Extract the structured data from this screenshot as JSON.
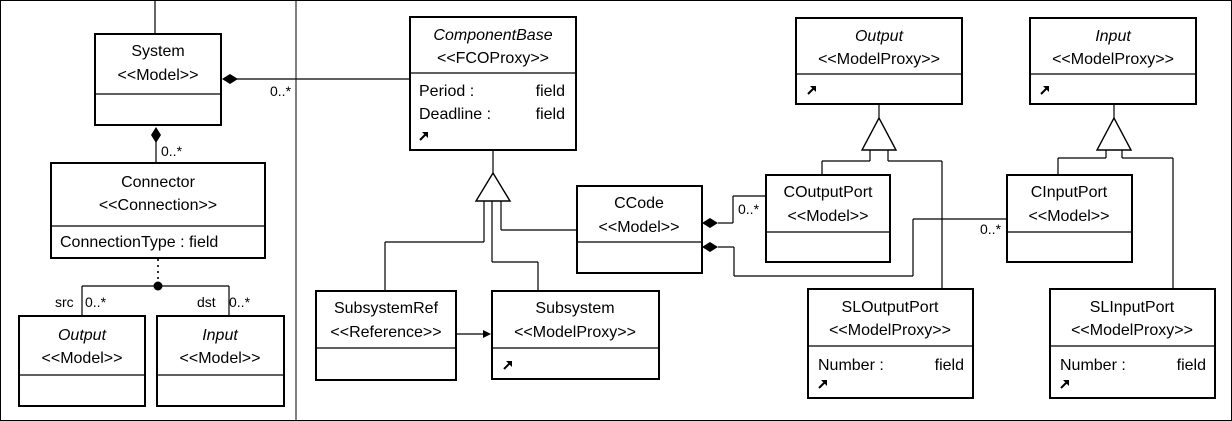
{
  "classes": {
    "system": {
      "name": "System",
      "stereotype": "<<Model>>"
    },
    "connector": {
      "name": "Connector",
      "stereotype": "<<Connection>>",
      "attr": "ConnectionType : field"
    },
    "output_left": {
      "name": "Output",
      "stereotype": "<<Model>>"
    },
    "input_left": {
      "name": "Input",
      "stereotype": "<<Model>>"
    },
    "component_base": {
      "name": "ComponentBase",
      "stereotype": "<<FCOProxy>>",
      "attrs": [
        {
          "name": "Period :",
          "type": "field"
        },
        {
          "name": "Deadline :",
          "type": "field"
        }
      ]
    },
    "subsystem_ref": {
      "name": "SubsystemRef",
      "stereotype": "<<Reference>>"
    },
    "subsystem": {
      "name": "Subsystem",
      "stereotype": "<<ModelProxy>>"
    },
    "ccode": {
      "name": "CCode",
      "stereotype": "<<Model>>"
    },
    "output_proxy": {
      "name": "Output",
      "stereotype": "<<ModelProxy>>"
    },
    "input_proxy": {
      "name": "Input",
      "stereotype": "<<ModelProxy>>"
    },
    "coutputport": {
      "name": "COutputPort",
      "stereotype": "<<Model>>"
    },
    "cinputport": {
      "name": "CInputPort",
      "stereotype": "<<Model>>"
    },
    "sloutputport": {
      "name": "SLOutputPort",
      "stereotype": "<<ModelProxy>>",
      "attr": {
        "name": "Number :",
        "type": "field"
      }
    },
    "slinputport": {
      "name": "SLInputPort",
      "stereotype": "<<ModelProxy>>",
      "attr": {
        "name": "Number :",
        "type": "field"
      }
    }
  },
  "multiplicities": {
    "system_component": "0..*",
    "system_connector": "0..*",
    "src_role": "src",
    "src_mult": "0..*",
    "dst_role": "dst",
    "dst_mult": "0..*",
    "ccode_coutput": "0..*",
    "ccode_cinput": "0..*"
  },
  "icons": {
    "proxy_link": "north-east-arrow-icon"
  }
}
